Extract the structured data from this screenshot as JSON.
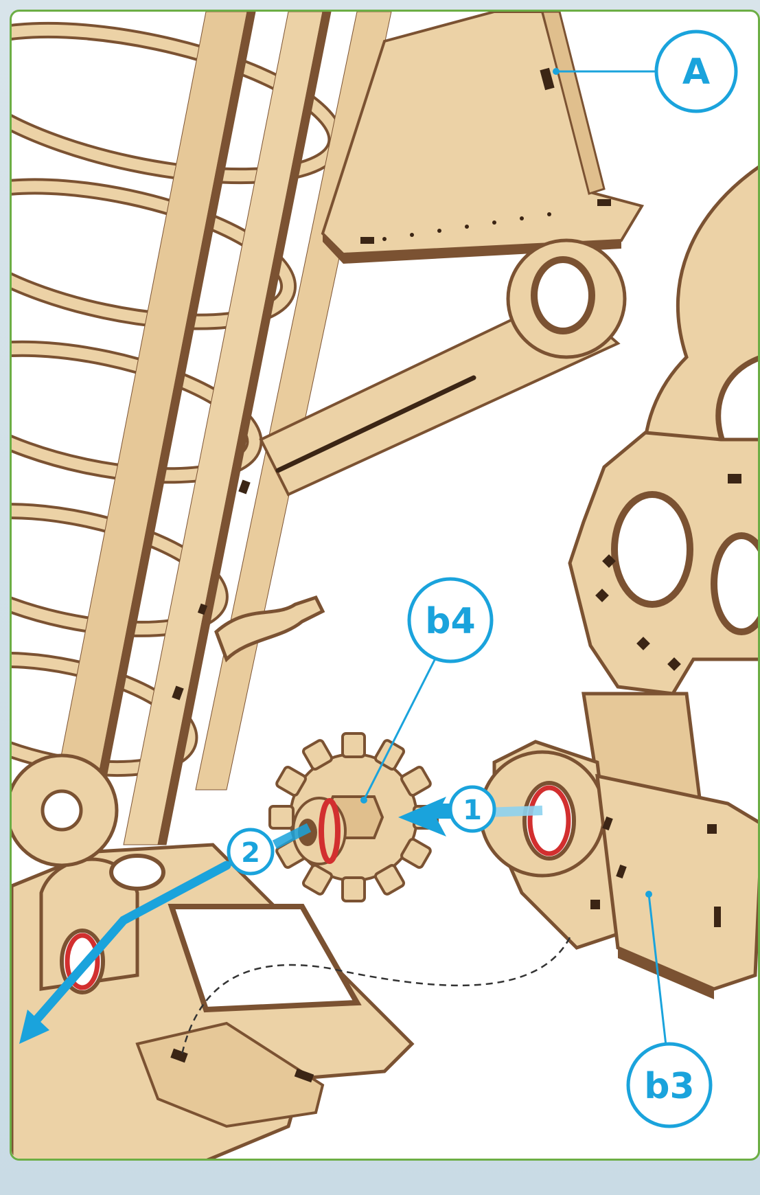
{
  "callouts": {
    "a": "A",
    "b4": "b4",
    "b3": "b3"
  },
  "steps": {
    "one": "1",
    "two": "2"
  },
  "colors": {
    "frame": "#6cae45",
    "callout": "#1aa3dc",
    "wood_face": "#ecd2a6",
    "wood_edge": "#7b5232",
    "bearing": "#d22f2f"
  }
}
